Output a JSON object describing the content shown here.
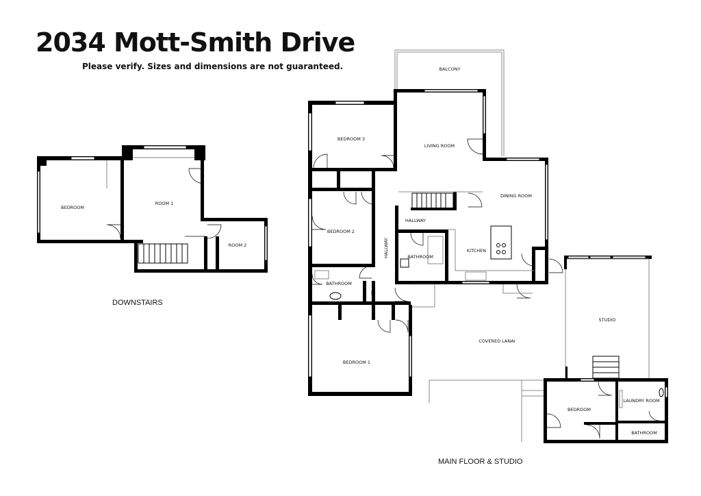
{
  "header": {
    "title": "2034 Mott-Smith Drive",
    "subtitle": "Please verify.  Sizes and dimensions are not guaranteed."
  },
  "downstairs": {
    "label": "DOWNSTAIRS",
    "rooms": {
      "bedroom": "BEDROOM",
      "room1": "ROOM 1",
      "room2": "ROOM 2"
    }
  },
  "main_floor": {
    "label": "MAIN FLOOR & STUDIO",
    "rooms": {
      "balcony": "BALCONY",
      "living_room": "LIVING ROOM",
      "bedroom3": "BEDROOM 3",
      "dining_room": "DINING ROOM",
      "hallway_h": "HALLWAY",
      "hallway_v": "HALLWAY",
      "bedroom2": "BEDROOM 2",
      "bathroom_center": "BATHROOM",
      "kitchen": "KITCHEN",
      "bathroom_left": "BATHROOM",
      "studio": "STUDIO",
      "covered_lanai": "COVERED LANAI",
      "bedroom1": "BEDROOM 1",
      "studio_bedroom": "BEDROOM",
      "laundry_room": "LAUNDRY ROOM",
      "studio_bathroom": "BATHROOM"
    }
  }
}
